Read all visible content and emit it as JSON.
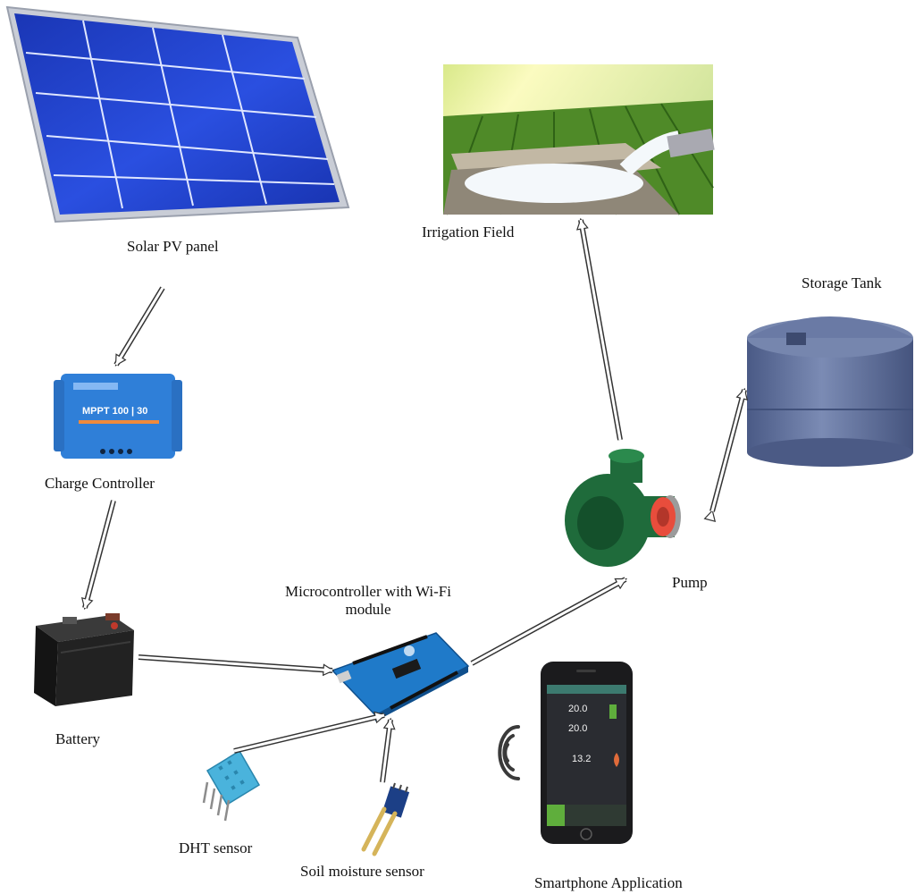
{
  "colors": {
    "panel_cell": "#1d3cc4",
    "panel_frame": "#c9cdd6",
    "controller": "#2f7fd8",
    "battery": "#1e1e1e",
    "board": "#1f7ac9",
    "pump": "#1f6b3b",
    "tank": "#5e6e98",
    "phone": "#1b1b1d",
    "field_sky": "#f3f5a6",
    "field_green": "#4f8a28"
  },
  "nodes": {
    "solar_panel": {
      "label": "Solar PV panel",
      "icon": "solar-panel"
    },
    "charge_controller": {
      "label": "Charge Controller",
      "icon": "charge-controller",
      "device_text": "MPPT 100 | 30"
    },
    "battery": {
      "label": "Battery",
      "icon": "car-battery"
    },
    "microcontroller": {
      "label_line1": "Microcontroller with Wi-Fi",
      "label_line2": "module",
      "icon": "arduino-board"
    },
    "dht_sensor": {
      "label": "DHT sensor",
      "icon": "dht-sensor"
    },
    "soil_sensor": {
      "label": "Soil moisture sensor",
      "icon": "soil-moisture-probe"
    },
    "pump": {
      "label": "Pump",
      "icon": "water-pump"
    },
    "storage_tank": {
      "label": "Storage Tank",
      "icon": "water-tank"
    },
    "irrigation_field": {
      "label": "Irrigation Field",
      "icon": "field-photo"
    },
    "smartphone": {
      "label": "Smartphone Application",
      "icon": "smartphone",
      "screen_values": [
        "20.0",
        "20.0",
        "13.2"
      ]
    }
  },
  "wireless_icon": "wifi-signal-icon"
}
